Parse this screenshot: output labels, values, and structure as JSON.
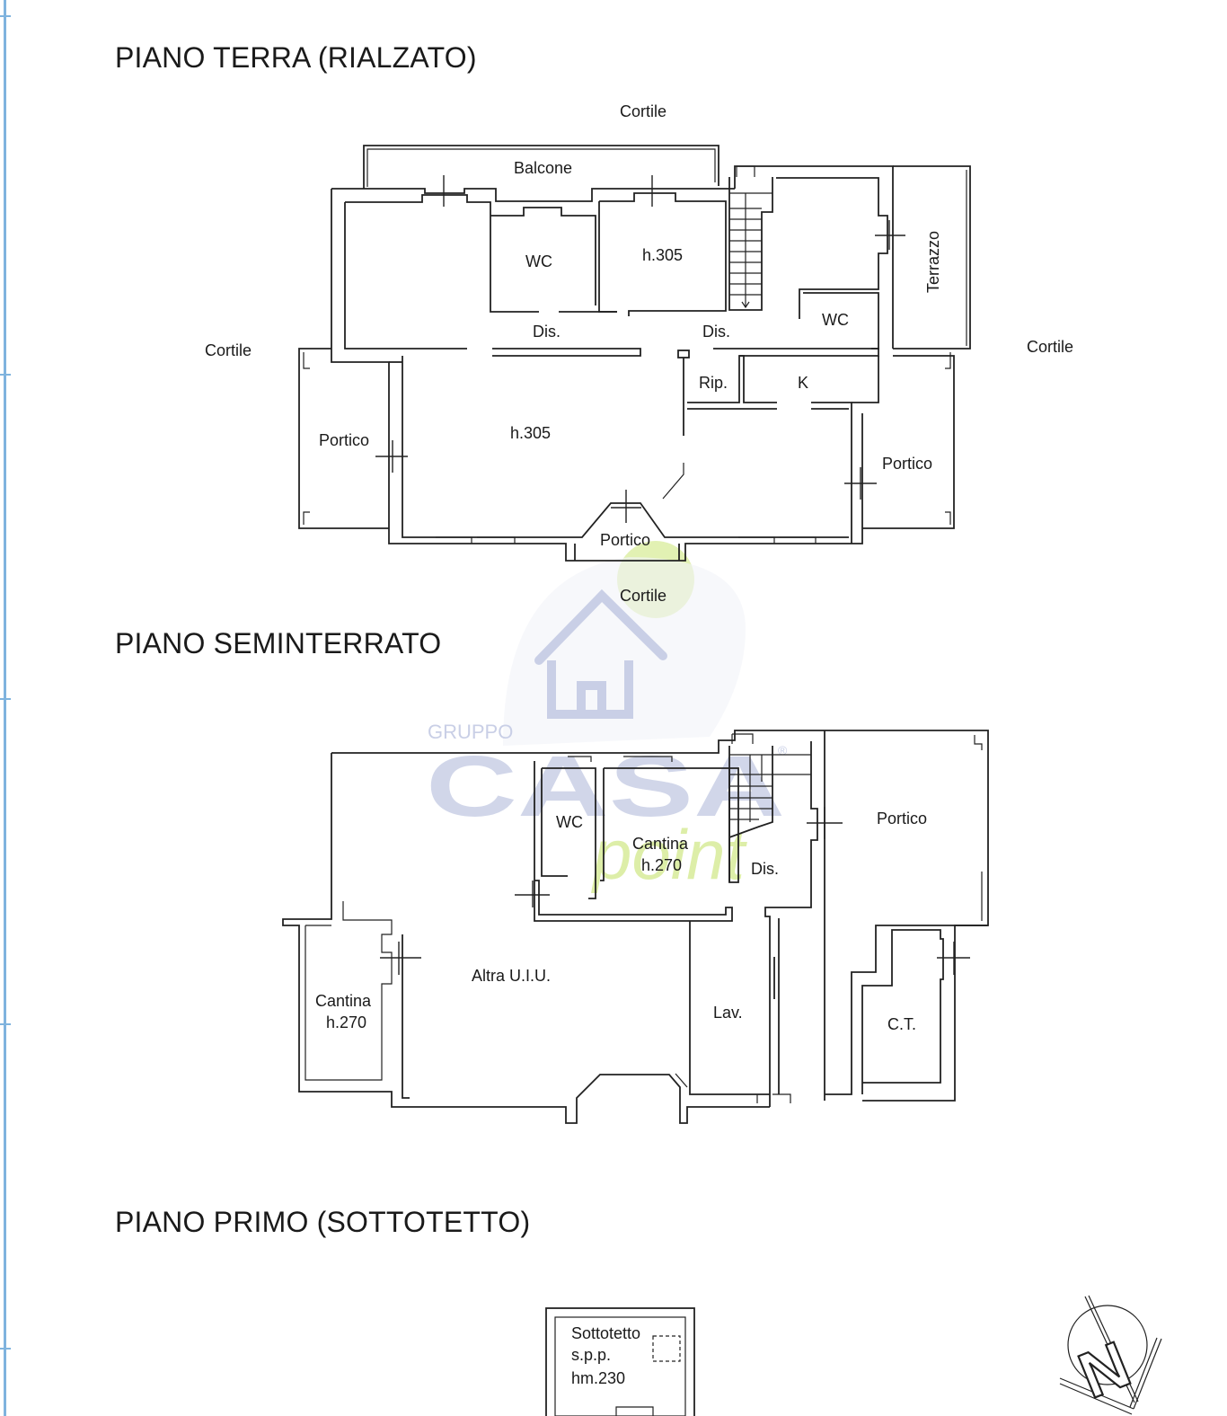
{
  "document": {
    "type": "floor plan",
    "floors": [
      {
        "title": "PIANO TERRA (RIALZATO)",
        "labels": {
          "cortile_top": "Cortile",
          "cortile_left": "Cortile",
          "cortile_right": "Cortile",
          "cortile_bottom": "Cortile",
          "balcone": "Balcone",
          "wc_1": "WC",
          "room_h305_top": "h.305",
          "dis_1": "Dis.",
          "dis_2": "Dis.",
          "wc_2": "WC",
          "terrazzo": "Terrazzo",
          "rip": "Rip.",
          "k": "K",
          "portico_left": "Portico",
          "living_h305": "h.305",
          "portico_right": "Portico",
          "portico_center": "Portico"
        }
      },
      {
        "title": "PIANO SEMINTERRATO",
        "labels": {
          "wc": "WC",
          "cantina_center": "Cantina",
          "cantina_center_h": "h.270",
          "dis": "Dis.",
          "portico": "Portico",
          "altra_uiu": "Altra U.I.U.",
          "cantina_left": "Cantina",
          "cantina_left_h": "h.270",
          "lav": "Lav.",
          "ct": "C.T."
        }
      },
      {
        "title": "PIANO PRIMO (SOTTOTETTO)",
        "labels": {
          "sottotetto": "Sottotetto",
          "spp": "s.p.p.",
          "hm": "hm.230"
        }
      }
    ],
    "watermark": {
      "top": "GRUPPO",
      "main": "CASA",
      "sub": "point",
      "colors": {
        "blue": "#c9cfe6",
        "green": "#d8ec9a"
      }
    },
    "north_arrow": "N",
    "colors": {
      "lines": "#222222",
      "margin": "#7fb3de"
    }
  }
}
